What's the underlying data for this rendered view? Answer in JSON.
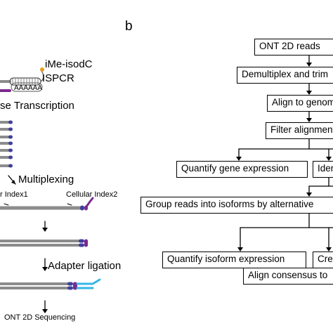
{
  "left_panel": {
    "label_ime": "iMe-isodC",
    "label_ispcr": "ISPCR",
    "polya": "AAAAAA",
    "label_rt": "se Transcription",
    "label_multiplexing": "Multiplexing",
    "label_index1": "r Index1",
    "label_index2": "Cellular Index2",
    "label_adapter": "Adapter ligation",
    "label_ont": "ONT 2D Sequencing"
  },
  "right_panel": {
    "panel_letter": "b",
    "steps": {
      "ont_reads": "ONT 2D reads",
      "demultiplex": "Demultiplex and trim",
      "align_genome": "Align to genome",
      "filter": "Filter alignments",
      "quantify_gene": "Quantify gene expression",
      "identify": "Identify",
      "group": "Group reads into isoforms by alternative",
      "quantify_isoform": "Quantify isoform expression",
      "create": "Create",
      "align_consensus": "Align consensus to"
    }
  },
  "colors": {
    "strand_gray": "#8c8c8c",
    "index_blue": "#3f3f9e",
    "index_purple": "#7b2a8c",
    "adapter_cyan": "#35b6e6",
    "primer_orange": "#e8a020"
  }
}
